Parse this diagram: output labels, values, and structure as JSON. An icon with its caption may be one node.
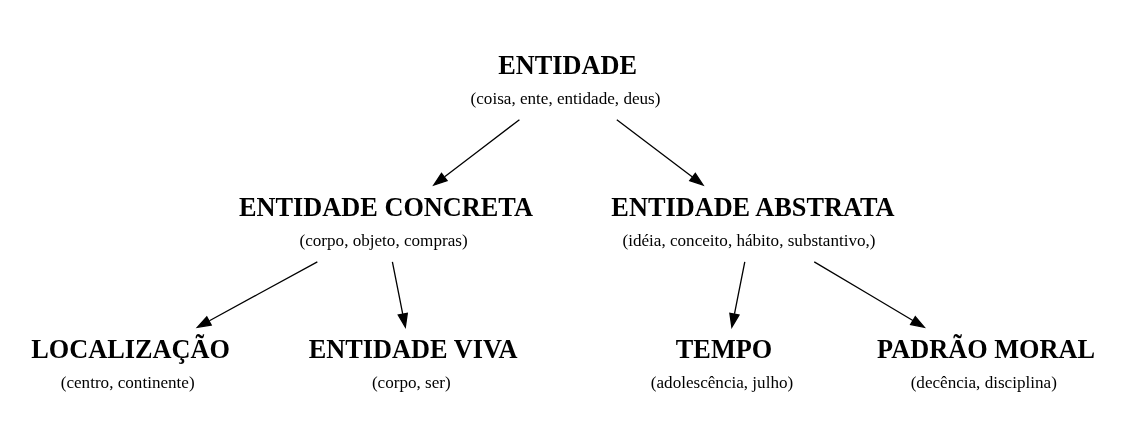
{
  "diagram": {
    "nodes": [
      {
        "text": [
          "ENTIDADE",
          "(coisa, ente, entidade, deus)"
        ]
      },
      {
        "text": [
          "ENTIDADE CONCRETA",
          "(corpo, objeto, compras)"
        ]
      },
      {
        "text": [
          "ENTIDADE ABSTRATA",
          "(idéia, conceito, hábito, substantivo,)"
        ]
      },
      {
        "text": [
          "LOCALIZAÇÃO",
          "(centro, continente)"
        ]
      },
      {
        "text": [
          "ENTIDADE VIVA",
          "(corpo, ser)"
        ]
      },
      {
        "text": [
          "TEMPO",
          "(adolescência, julho)"
        ]
      },
      {
        "text": [
          "PADRÃO MORAL",
          "(decência, disciplina)"
        ]
      }
    ],
    "edges": [
      {
        "from": 0,
        "to": 1,
        "arrow": "to"
      },
      {
        "from": 0,
        "to": 2,
        "arrow": "to"
      },
      {
        "from": 1,
        "to": 3,
        "arrow": "to"
      },
      {
        "from": 1,
        "to": 4,
        "arrow": "to"
      },
      {
        "from": 2,
        "to": 5,
        "arrow": "to"
      },
      {
        "from": 2,
        "to": 6,
        "arrow": "to"
      }
    ]
  }
}
